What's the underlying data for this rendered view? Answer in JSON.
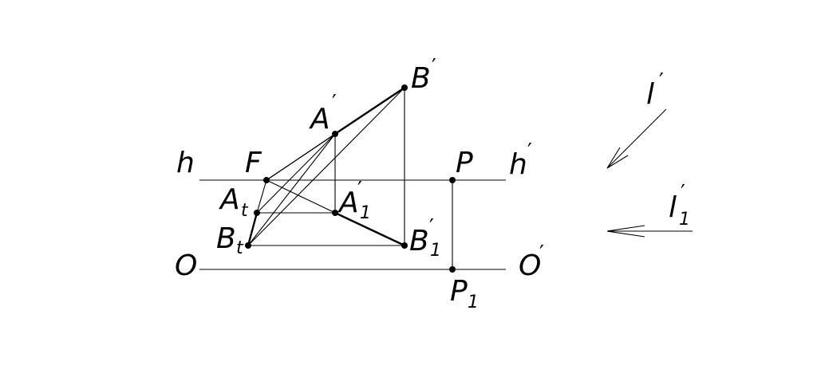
{
  "labels": {
    "h": "h",
    "h_prime": "h",
    "O": "O",
    "O_prime": "O",
    "F": "F",
    "P": "P",
    "P1": "P",
    "P1_sub": "1",
    "A": "A",
    "A1": "A",
    "A1_sub": "1",
    "At": "A",
    "At_sub": "t",
    "B": "B",
    "B1": "B",
    "B1_sub": "1",
    "Bt": "B",
    "Bt_sub": "t",
    "l": "l",
    "l1": "l",
    "l1_sub": "1",
    "prime": "′"
  },
  "colors": {
    "line": "#000000",
    "background": "#ffffff"
  }
}
